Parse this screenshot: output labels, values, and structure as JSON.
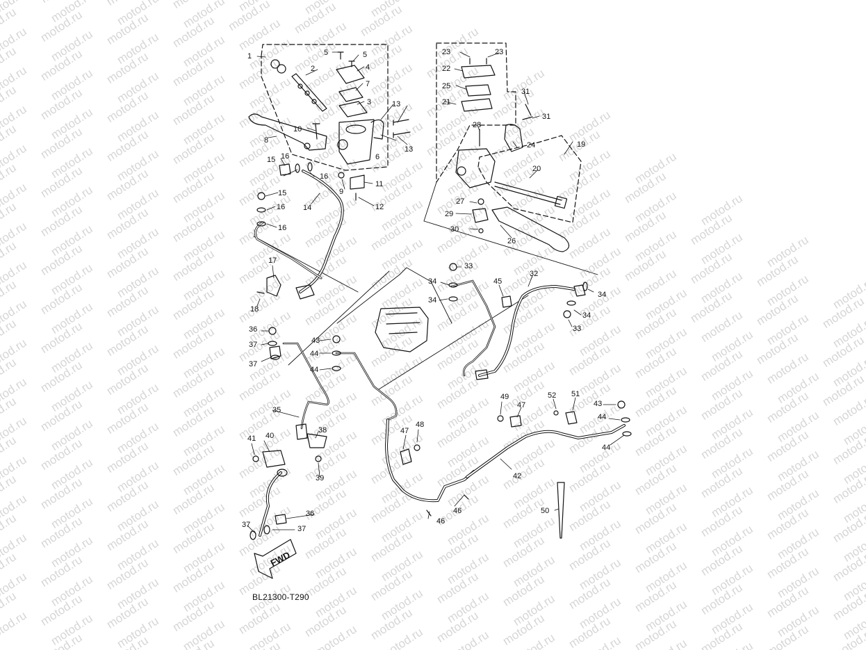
{
  "watermark": "motod.ru",
  "diagram_code": "BL21300-T290",
  "direction_label": "FWD",
  "callouts": {
    "c1": "1",
    "c2": "2",
    "c3": "3",
    "c4": "4",
    "c5a": "5",
    "c5b": "5",
    "c6": "6",
    "c7": "7",
    "c8": "8",
    "c9": "9",
    "c10": "10",
    "c11": "11",
    "c12": "12",
    "c13a": "13",
    "c13b": "13",
    "c14": "14",
    "c15a": "15",
    "c15b": "15",
    "c16a": "16",
    "c16b": "16",
    "c16c": "16",
    "c16d": "16",
    "c17": "17",
    "c18": "18",
    "c19": "19",
    "c20": "20",
    "c21": "21",
    "c22": "22",
    "c23a": "23",
    "c23b": "23",
    "c24": "24",
    "c25": "25",
    "c26": "26",
    "c27": "27",
    "c28": "28",
    "c29": "29",
    "c30": "30",
    "c31a": "31",
    "c31b": "31",
    "c32": "32",
    "c33a": "33",
    "c33b": "33",
    "c34a": "34",
    "c34b": "34",
    "c34c": "34",
    "c34d": "34",
    "c35": "35",
    "c36a": "36",
    "c36b": "36",
    "c37a": "37",
    "c37b": "37",
    "c37c": "37",
    "c37d": "37",
    "c38": "38",
    "c39": "39",
    "c40": "40",
    "c41": "41",
    "c42": "42",
    "c43a": "43",
    "c43b": "43",
    "c44a": "44",
    "c44b": "44",
    "c44c": "44",
    "c44d": "44",
    "c45": "45",
    "c46a": "46",
    "c46b": "46",
    "c47a": "47",
    "c47b": "47",
    "c48": "48",
    "c49": "49",
    "c50": "50",
    "c51": "51",
    "c52": "52"
  }
}
